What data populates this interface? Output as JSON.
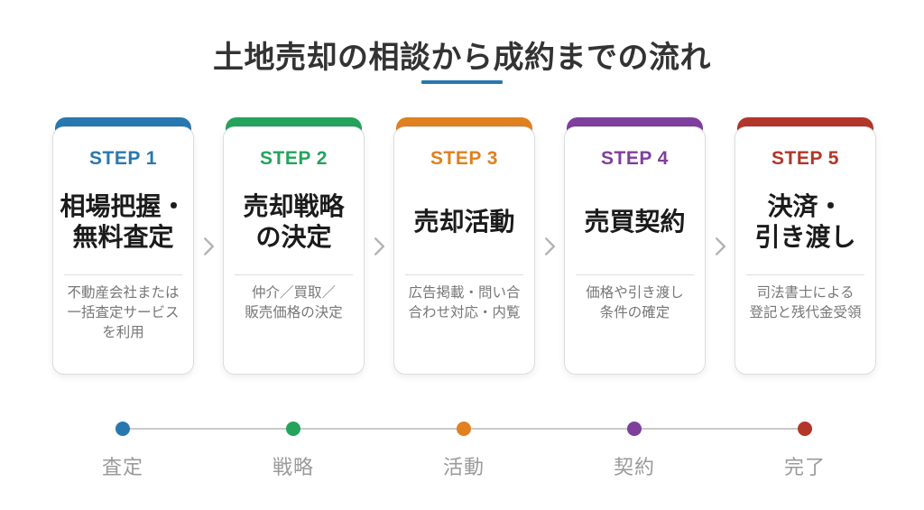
{
  "header": {
    "title": "土地売却の相談から成約までの流れ",
    "underline_color": "#2878b0"
  },
  "separator_icon": "chevron-right",
  "steps": [
    {
      "label": "STEP 1",
      "title": "相場把握・\n無料査定",
      "description": "不動産会社または\n一括査定サービス\nを利用",
      "color": "#2878b0",
      "timeline_label": "査定"
    },
    {
      "label": "STEP 2",
      "title": "売却戦略\nの決定",
      "description": "仲介／買取／\n販売価格の決定",
      "color": "#23a35c",
      "timeline_label": "戦略"
    },
    {
      "label": "STEP 3",
      "title": "売却活動",
      "description": "広告掲載・問い合\n合わせ対応・内覧",
      "color": "#e0801f",
      "timeline_label": "活動"
    },
    {
      "label": "STEP 4",
      "title": "売買契約",
      "description": "価格や引き渡し\n条件の確定",
      "color": "#7e3f9d",
      "timeline_label": "契約"
    },
    {
      "label": "STEP 5",
      "title": "決済・\n引き渡し",
      "description": "司法書士による\n登記と残代金受領",
      "color": "#b23629",
      "timeline_label": "完了"
    }
  ]
}
